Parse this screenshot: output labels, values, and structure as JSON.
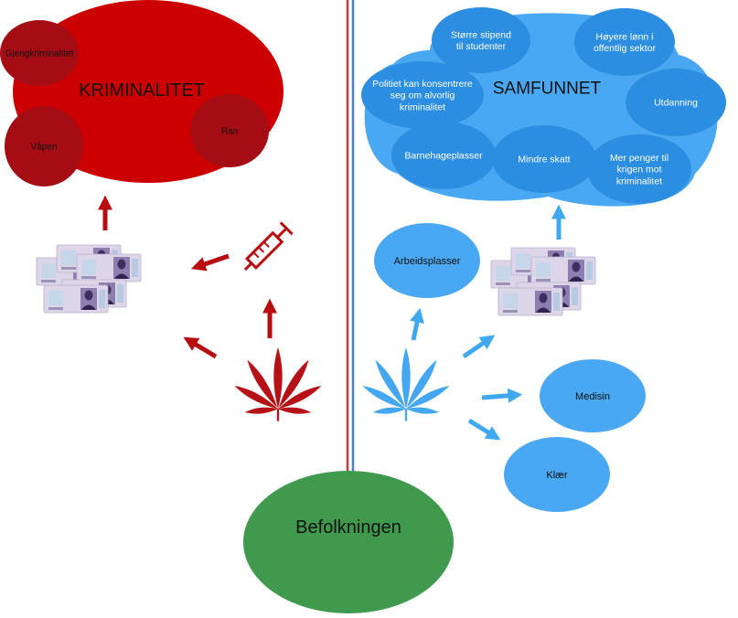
{
  "colors": {
    "crime_main": "#cc0000",
    "crime_sub": "#a30d13",
    "crime_arrow": "#b80d10",
    "society_main": "#4aa8f2",
    "society_sub": "#2c8ee0",
    "society_arrow": "#40a8ef",
    "population": "#409a4e",
    "divider_red": "#c23a3a",
    "divider_blue": "#4a7ec8",
    "banknote": "#d7d1e3",
    "banknote_ink": "#4a3d7a"
  },
  "crime": {
    "title": "KRIMINALITET",
    "items": [
      "Gjengkriminalitet",
      "Våpen",
      "Ran"
    ]
  },
  "society": {
    "title": "SAMFUNNET",
    "items": [
      "Større stipend\ntil studenter",
      "Høyere lønn i\noffentlig sektor",
      "Politiet kan konsentrere\nseg om alvorlig\nkriminalitet",
      "Utdanning",
      "Barnehageplasser",
      "Mindre skatt",
      "Mer penger til\nkrigen mot\nkriminalitet"
    ]
  },
  "legal_uses": [
    "Arbeidsplasser",
    "Medisin",
    "Klær"
  ],
  "population": {
    "label": "Befolkningen"
  },
  "icons": {
    "syringe": "syringe-icon",
    "cannabis_illegal": "cannabis-leaf-icon",
    "cannabis_legal": "cannabis-leaf-icon",
    "money": "banknotes-icon"
  }
}
